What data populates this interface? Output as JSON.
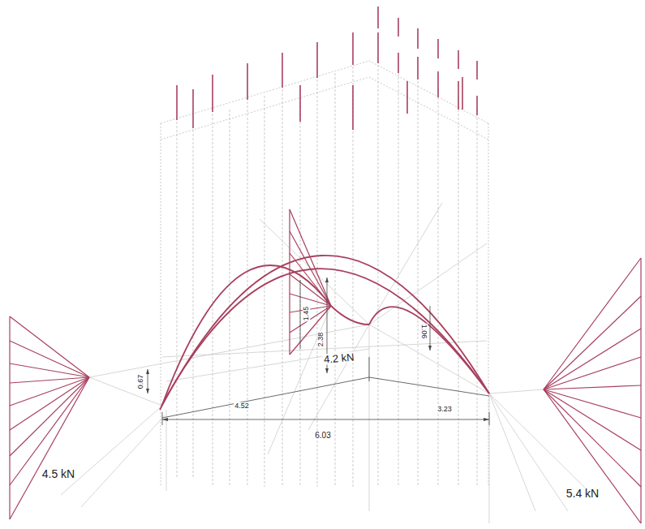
{
  "diagram": {
    "labels": [
      "4.5 kN",
      "5.4 kN",
      "4.2 kN",
      "6.03",
      "4.52",
      "3.23",
      "1.45",
      "2.38",
      "1.06",
      "0.67"
    ]
  }
}
